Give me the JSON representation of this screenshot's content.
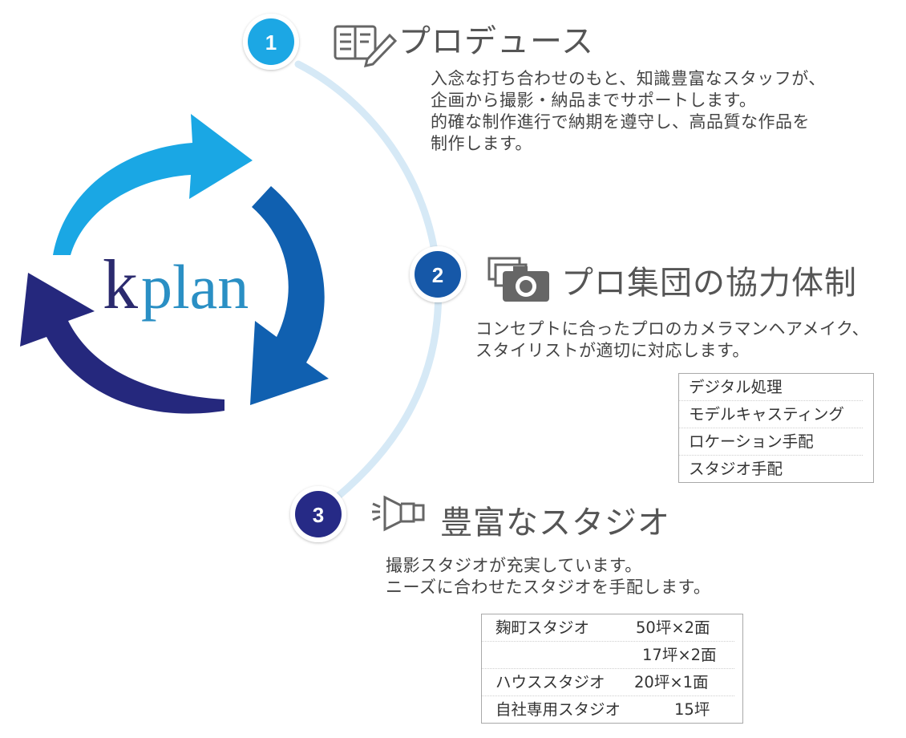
{
  "logo": {
    "text": "kplan",
    "k": "k",
    "rest": "plan"
  },
  "steps": [
    {
      "number": "1",
      "title": "プロデュース",
      "icon": "notebook-pencil-icon",
      "description": [
        "入念な打ち合わせのもと、知識豊富なスタッフが、",
        "企画から撮影・納品までサポートします。",
        "的確な制作進行で納期を遵守し、高品質な作品を",
        "制作します。"
      ]
    },
    {
      "number": "2",
      "title": "プロ集団の協力体制",
      "icon": "camera-photos-icon",
      "description": [
        "コンセプトに合ったプロのカメラマンヘアメイク、",
        "スタイリストが適切に対応します。"
      ],
      "services": [
        "デジタル処理",
        "モデルキャスティング",
        "ロケーション手配",
        "スタジオ手配"
      ]
    },
    {
      "number": "3",
      "title": "豊富なスタジオ",
      "icon": "studio-light-icon",
      "description": [
        "撮影スタジオが充実しています。",
        "ニーズに合わせたスタジオを手配します。"
      ],
      "studios": [
        {
          "name": "麹町スタジオ",
          "size": "50坪×2面"
        },
        {
          "name": "",
          "size": "17坪×2面"
        },
        {
          "name": "ハウススタジオ",
          "size": "20坪×1面"
        },
        {
          "name": "自社専用スタジオ",
          "size": "15坪"
        }
      ]
    }
  ],
  "colors": {
    "arc": "#d6e9f6",
    "step1": "#1aa7e4",
    "step2": "#1658a8",
    "step3": "#262a86",
    "arrow_light": "#1aa7e4",
    "arrow_mid": "#1060b0",
    "arrow_dark": "#25287d",
    "logo_k": "#2b2a6e",
    "logo_plan": "#2a8fc4",
    "icon": "#666666"
  }
}
